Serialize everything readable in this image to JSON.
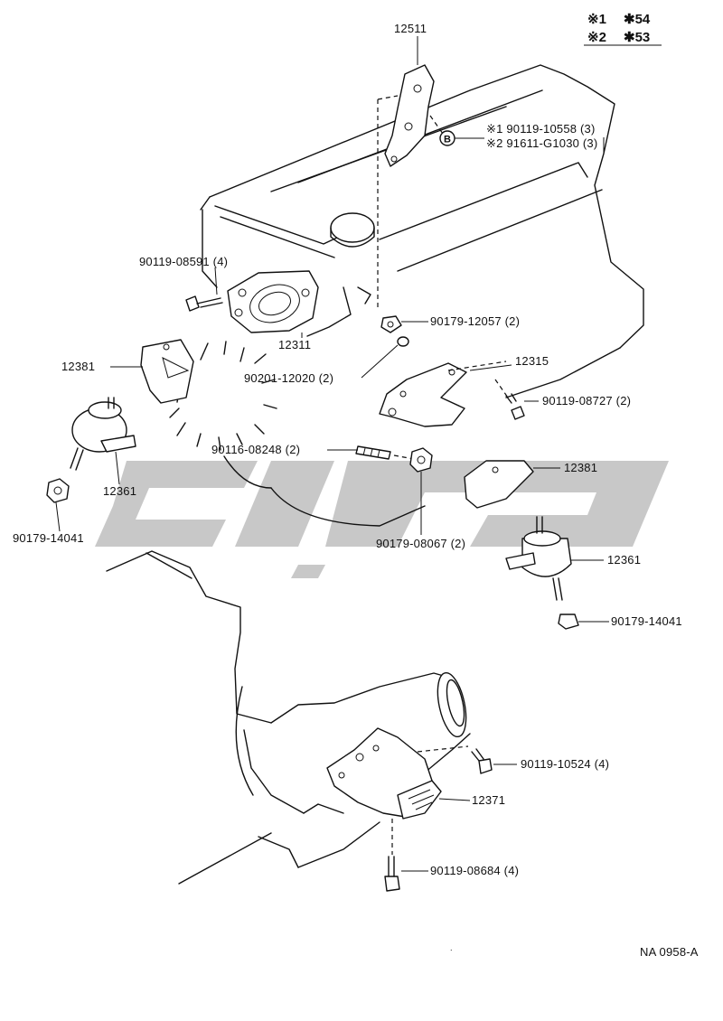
{
  "header_notes": {
    "line1_mark": "※1",
    "line1_value": "✱54",
    "line2_mark": "※2",
    "line2_value": "✱53"
  },
  "circle_marker": "B",
  "callouts": {
    "p12511": "12511",
    "p90119_10558": "※1  90119-10558 (3)",
    "p91611_g1030": "※2  91611-G1030 (3)",
    "p90119_08591": "90119-08591 (4)",
    "p12311": "12311",
    "p90179_12057": "90179-12057 (2)",
    "p12381_left": "12381",
    "p90201_12020": "90201-12020 (2)",
    "p12315": "12315",
    "p90119_08727": "90119-08727 (2)",
    "p90116_08248": "90116-08248 (2)",
    "p12361_left": "12361",
    "p12381_right": "12381",
    "p90179_14041_left": "90179-14041",
    "p90179_08067": "90179-08067 (2)",
    "p12361_right": "12361",
    "p90179_14041_right": "90179-14041",
    "p90119_10524": "90119-10524 (4)",
    "p12371": "12371",
    "p90119_08684": "90119-08684 (4)"
  },
  "figure_code": "NA 0958-A",
  "colors": {
    "ink": "#111111",
    "paper": "#ffffff",
    "watermark": "#9a9a9a"
  }
}
